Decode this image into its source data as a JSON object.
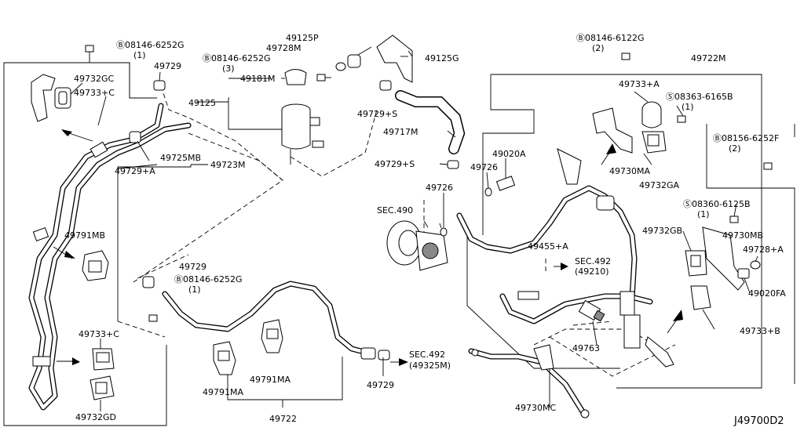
{
  "diagram_id": "J49700D2",
  "labels": {
    "l_08146_6252G_top": "Ⓑ08146-6252G",
    "l_08146_6252G_top_q": "(1)",
    "l_49729_a": "49729",
    "l_49732GC": "49732GC",
    "l_49733C_a": "49733+C",
    "l_49725MB": "49725MB",
    "l_49729A": "49729+A",
    "l_49723M": "49723M",
    "l_49791MB": "49791MB",
    "l_49733C_b": "49733+C",
    "l_49732GD": "49732GD",
    "l_49125P": "49125P",
    "l_49728M": "49728M",
    "l_08146_6252G_mid": "Ⓑ08146-6252G",
    "l_08146_6252G_mid_q": "(3)",
    "l_49181M": "49181M",
    "l_49125": "49125",
    "l_49125G": "49125G",
    "l_49729S_a": "49729+S",
    "l_49717M": "49717M",
    "l_49729S_b": "49729+S",
    "l_49020A": "49020A",
    "l_49726_a": "49726",
    "l_49726_b": "49726",
    "l_SEC490": "SEC.490",
    "l_49729_b": "49729",
    "l_08146_6252G_low": "Ⓑ08146-6252G",
    "l_08146_6252G_low_q": "(1)",
    "l_49791MA_a": "49791MA",
    "l_49791MA_b": "49791MA",
    "l_49722": "49722",
    "l_49729_c": "49729",
    "l_SEC492_low": "SEC.492",
    "l_SEC492_low_q": "(49325M)",
    "l_08146_6122G": "Ⓑ08146-6122G",
    "l_08146_6122G_q": "(2)",
    "l_49722M": "49722M",
    "l_49733A": "49733+A",
    "l_08363_6165B": "Ⓢ08363-6165B",
    "l_08363_6165B_q": "(1)",
    "l_08156_6252F": "Ⓑ08156-6252F",
    "l_08156_6252F_q": "(2)",
    "l_49730MA": "49730MA",
    "l_49732GA": "49732GA",
    "l_08360_6125B": "Ⓢ08360-6125B",
    "l_08360_6125B_q": "(1)",
    "l_49732GB": "49732GB",
    "l_49730MB": "49730MB",
    "l_49728A": "49728+A",
    "l_49455A": "49455+A",
    "l_SEC492_mid": "SEC.492",
    "l_SEC492_mid_q": "(49210)",
    "l_49020FA": "49020FA",
    "l_49733B": "49733+B",
    "l_49763": "49763",
    "l_49730MC": "49730MC"
  }
}
